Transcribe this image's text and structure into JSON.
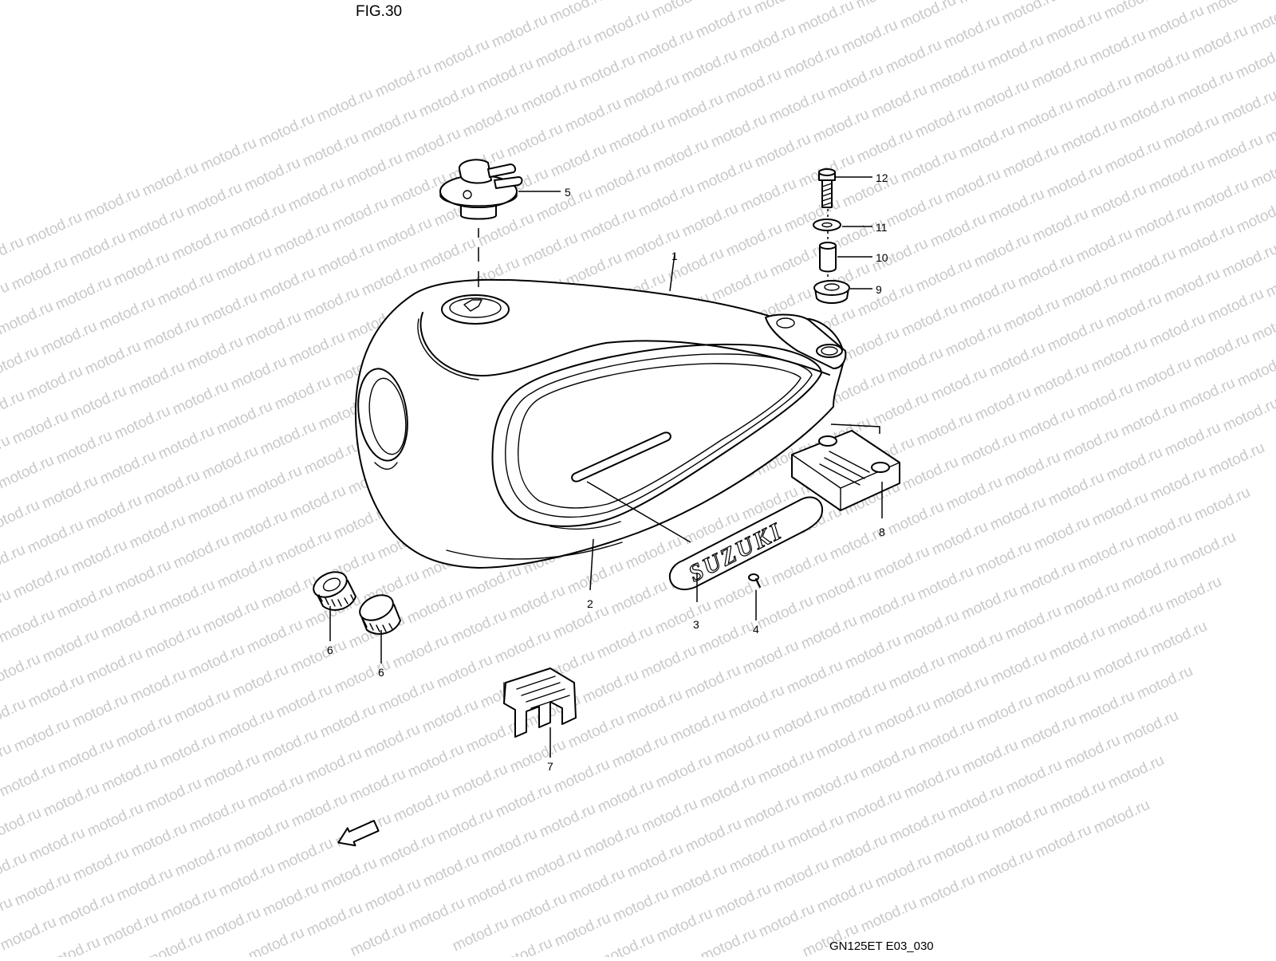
{
  "figure": {
    "title": "FIG.30",
    "drawing_code": "GN125ET E03_030"
  },
  "watermark": {
    "text": "motod.ru",
    "color": "#c9c9c9"
  },
  "fwd_marker": {
    "text": "FWD",
    "icon": "fwd-arrow-icon"
  },
  "parts": [
    {
      "ref": "1"
    },
    {
      "ref": "2"
    },
    {
      "ref": "3"
    },
    {
      "ref": "4"
    },
    {
      "ref": "5"
    },
    {
      "ref": "6"
    },
    {
      "ref": "6"
    },
    {
      "ref": "7"
    },
    {
      "ref": "8"
    },
    {
      "ref": "9"
    },
    {
      "ref": "10"
    },
    {
      "ref": "11"
    },
    {
      "ref": "12"
    }
  ],
  "emblem": {
    "text": "SUZUKI"
  }
}
